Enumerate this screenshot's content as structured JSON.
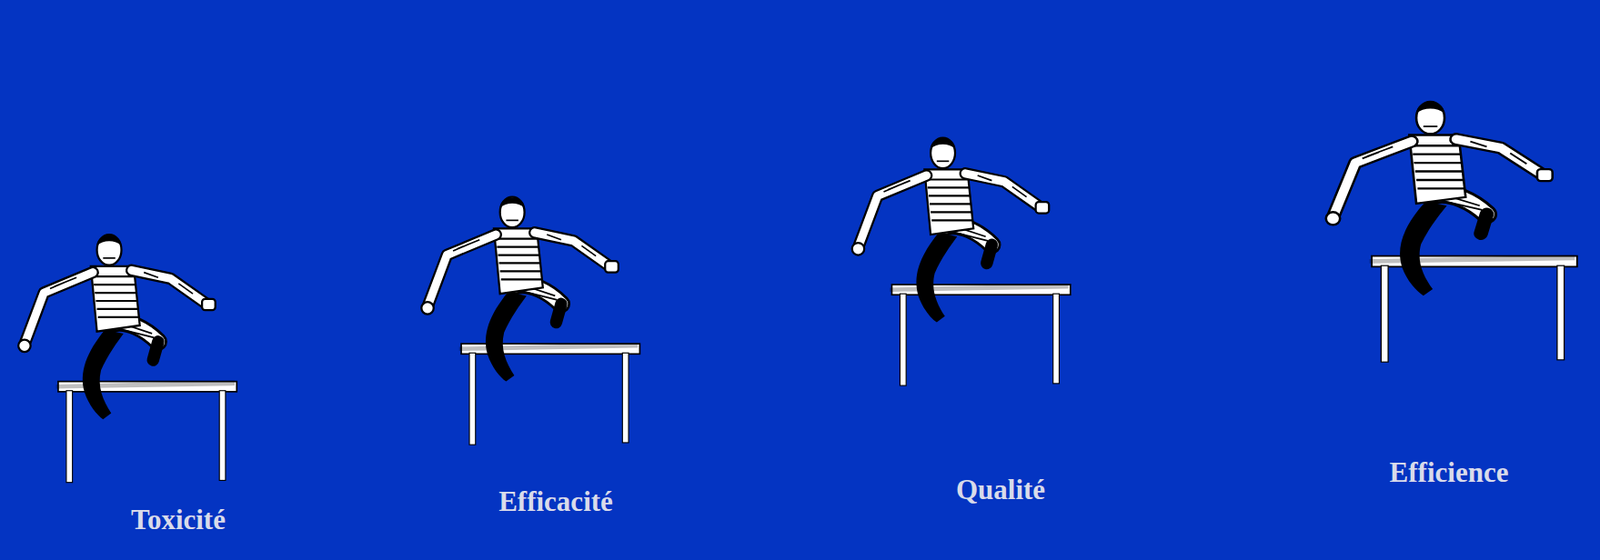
{
  "diagram": {
    "labels": [
      "Toxicité",
      "Efficacité",
      "Qualité",
      "Efficience"
    ]
  }
}
